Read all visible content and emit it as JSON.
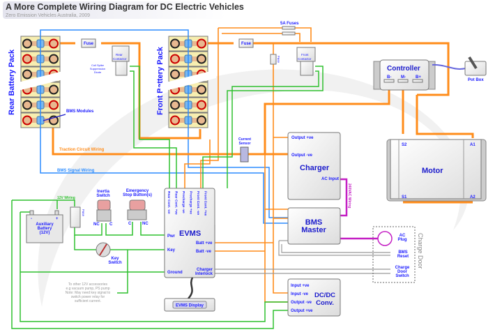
{
  "header": {
    "title": "A More Complete Wiring Diagram for DC Electric Vehicles",
    "subtitle": "Zero Emission Vehicles Australia, 2009"
  },
  "colors": {
    "traction": "#ff8c1a",
    "bms_signal": "#2b8cff",
    "wiring_12v": "#2fc02f",
    "ac_wiring": "#c41fc4",
    "interlock": "#999999",
    "labels": "#1a1aff"
  },
  "components": {
    "rear_pack": "Rear Battery Pack",
    "front_pack": "Front Battery Pack",
    "bms_modules": "BMS Modules",
    "fuse": "Fuse",
    "rear_contactor": [
      "Rear",
      "Contactor"
    ],
    "coil_diode": [
      "Coil Spike",
      "Suppression",
      "Diode"
    ],
    "front_contactor": [
      "Front",
      "Contactor"
    ],
    "fuses_5a": "5A Fuses",
    "controller": {
      "title": "Controller",
      "b_minus": "B-",
      "m_minus": "M-",
      "b_plus": "B+"
    },
    "pot_box": "Pot Box",
    "motor": {
      "title": "Motor",
      "s2": "S2",
      "a1": "A1",
      "s1": "S1",
      "a2": "A2"
    },
    "current_sensor": [
      "Current",
      "Sensor"
    ],
    "charger": {
      "title": "Charger",
      "out_pos": "Output +ve",
      "out_neg": "Output -ve",
      "ac_input": "AC Input"
    },
    "ac_wiring": "240VAC Wiring",
    "bms_master": [
      "BMS",
      "Master"
    ],
    "charge_door": {
      "title": "Charge Door",
      "ac_plug": [
        "AC",
        "Plug"
      ],
      "bms_reset": [
        "BMS",
        "Reset"
      ],
      "door_switch": [
        "Charge",
        "Door",
        "Switch"
      ]
    },
    "dcdc": {
      "title": [
        "DC/DC",
        "Conv."
      ],
      "in_pos": "Input +ve",
      "in_neg": "Input -ve",
      "out_neg": "Output -ve",
      "out_pos": "Output +ve"
    },
    "evms": {
      "title": "EVMS",
      "pins_top": [
        "Rear Cont. -ve",
        "Rear Cont. +ve",
        "Precharge -ve",
        "Precharge +ve",
        "Front Cont. -ve",
        "Front Cont. +ve"
      ],
      "pwr": "Pwr",
      "key": "Key",
      "ground": "Ground",
      "batt_pos": "Batt +ve",
      "batt_neg": "Batt -ve",
      "interlock": [
        "Charger",
        "Interlock"
      ]
    },
    "evms_display": "EVMS Display",
    "aux_battery": {
      "title": [
        "Auxiliary",
        "Battery",
        "(12V)"
      ],
      "neg": "-",
      "pos": "+"
    },
    "wiring_12v": "12V Wiring",
    "inertia": {
      "title": [
        "Inertia",
        "Switch"
      ],
      "nc": "NC",
      "c": "C"
    },
    "estop": {
      "title": [
        "Emergency",
        "Stop Button(s)"
      ],
      "c": "C",
      "nc": "NC"
    },
    "key_switch": [
      "Key",
      "Switch"
    ],
    "traction_label": "Traction Circuit Wiring",
    "bms_signal_label": "BMS Signal Wiring",
    "note": [
      "To other 12V accessories",
      "e.g vacuum pump, PS pump",
      "Note: May need key signal to",
      "switch power relay for",
      "sufficient current."
    ]
  }
}
